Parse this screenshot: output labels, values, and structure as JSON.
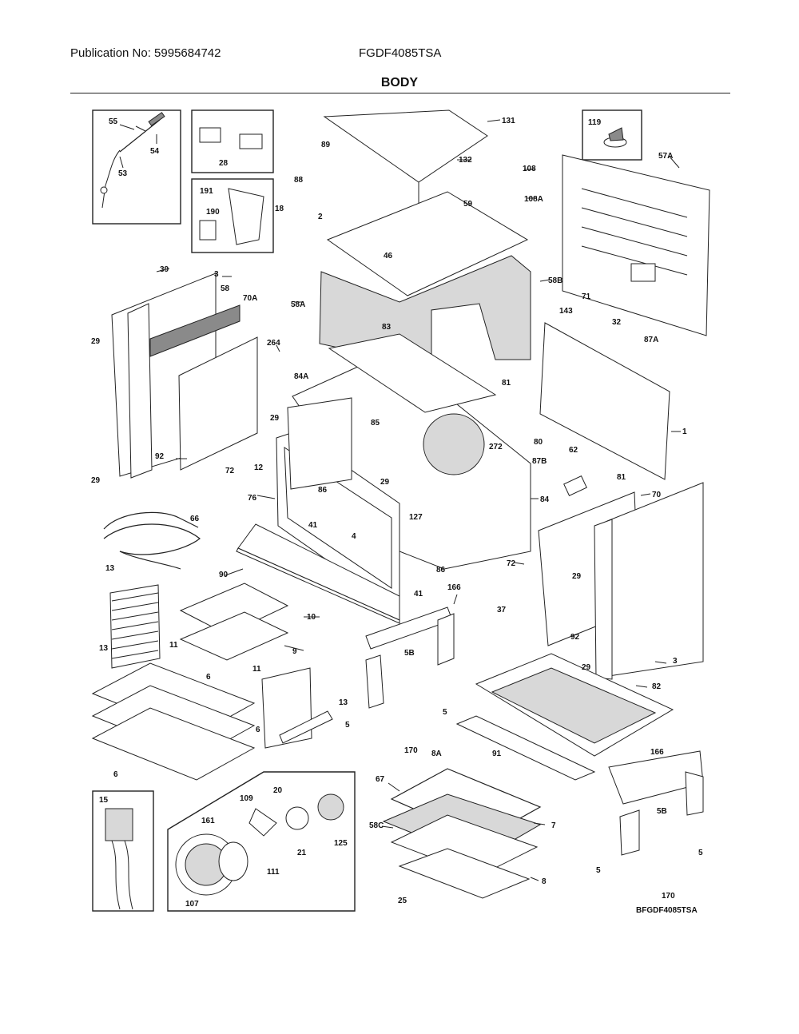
{
  "header": {
    "publication": "Publication No: 5995684742",
    "model": "FGDF4085TSA",
    "title": "BODY"
  },
  "diagram_ref": "BFGDF4085TSA",
  "callouts": [
    {
      "id": "c55",
      "text": "55"
    },
    {
      "id": "c54",
      "text": "54"
    },
    {
      "id": "c53",
      "text": "53"
    },
    {
      "id": "c28",
      "text": "28"
    },
    {
      "id": "c191",
      "text": "191"
    },
    {
      "id": "c190",
      "text": "190"
    },
    {
      "id": "c39",
      "text": "39"
    },
    {
      "id": "c131",
      "text": "131"
    },
    {
      "id": "c89",
      "text": "89"
    },
    {
      "id": "c88",
      "text": "88"
    },
    {
      "id": "c18",
      "text": "18"
    },
    {
      "id": "c2",
      "text": "2"
    },
    {
      "id": "c132",
      "text": "132"
    },
    {
      "id": "c108",
      "text": "108"
    },
    {
      "id": "c108a",
      "text": "108A"
    },
    {
      "id": "c59",
      "text": "59"
    },
    {
      "id": "c46",
      "text": "46"
    },
    {
      "id": "c119",
      "text": "119"
    },
    {
      "id": "c57a",
      "text": "57A"
    },
    {
      "id": "c71",
      "text": "71"
    },
    {
      "id": "c3a",
      "text": "3"
    },
    {
      "id": "c58",
      "text": "58"
    },
    {
      "id": "c70a",
      "text": "70A"
    },
    {
      "id": "c58a",
      "text": "58A"
    },
    {
      "id": "c58b",
      "text": "58B"
    },
    {
      "id": "c29a",
      "text": "29"
    },
    {
      "id": "c83",
      "text": "83"
    },
    {
      "id": "c143",
      "text": "143"
    },
    {
      "id": "c32",
      "text": "32"
    },
    {
      "id": "c87a",
      "text": "87A"
    },
    {
      "id": "c264",
      "text": "264"
    },
    {
      "id": "c84a",
      "text": "84A"
    },
    {
      "id": "c81a",
      "text": "81"
    },
    {
      "id": "c29b",
      "text": "29"
    },
    {
      "id": "c85",
      "text": "85"
    },
    {
      "id": "c1",
      "text": "1"
    },
    {
      "id": "c92a",
      "text": "92"
    },
    {
      "id": "c29c",
      "text": "29"
    },
    {
      "id": "c72a",
      "text": "72"
    },
    {
      "id": "c12",
      "text": "12"
    },
    {
      "id": "c272",
      "text": "272"
    },
    {
      "id": "c80",
      "text": "80"
    },
    {
      "id": "c62",
      "text": "62"
    },
    {
      "id": "c87b",
      "text": "87B"
    },
    {
      "id": "c81b",
      "text": "81"
    },
    {
      "id": "c29d",
      "text": "29"
    },
    {
      "id": "c76",
      "text": "76"
    },
    {
      "id": "c86a",
      "text": "86"
    },
    {
      "id": "c84",
      "text": "84"
    },
    {
      "id": "c70",
      "text": "70"
    },
    {
      "id": "c66",
      "text": "66"
    },
    {
      "id": "c127",
      "text": "127"
    },
    {
      "id": "c41a",
      "text": "41"
    },
    {
      "id": "c4",
      "text": "4"
    },
    {
      "id": "c72b",
      "text": "72"
    },
    {
      "id": "c29e",
      "text": "29"
    },
    {
      "id": "c13a",
      "text": "13"
    },
    {
      "id": "c90",
      "text": "90"
    },
    {
      "id": "c86b",
      "text": "86"
    },
    {
      "id": "c41b",
      "text": "41"
    },
    {
      "id": "c166a",
      "text": "166"
    },
    {
      "id": "c37",
      "text": "37"
    },
    {
      "id": "c10",
      "text": "10"
    },
    {
      "id": "c11a",
      "text": "11"
    },
    {
      "id": "c9",
      "text": "9"
    },
    {
      "id": "c13b",
      "text": "13"
    },
    {
      "id": "c92b",
      "text": "92"
    },
    {
      "id": "c5ba",
      "text": "5B"
    },
    {
      "id": "c29f",
      "text": "29"
    },
    {
      "id": "c3b",
      "text": "3"
    },
    {
      "id": "c6a",
      "text": "6"
    },
    {
      "id": "c11b",
      "text": "11"
    },
    {
      "id": "c82",
      "text": "82"
    },
    {
      "id": "c5a",
      "text": "5"
    },
    {
      "id": "c13c",
      "text": "13"
    },
    {
      "id": "c6b",
      "text": "6"
    },
    {
      "id": "c5b",
      "text": "5"
    },
    {
      "id": "c170a",
      "text": "170"
    },
    {
      "id": "c6c",
      "text": "6"
    },
    {
      "id": "c8a",
      "text": "8A"
    },
    {
      "id": "c91",
      "text": "91"
    },
    {
      "id": "c166b",
      "text": "166"
    },
    {
      "id": "c15",
      "text": "15"
    },
    {
      "id": "c20",
      "text": "20"
    },
    {
      "id": "c109",
      "text": "109"
    },
    {
      "id": "c67",
      "text": "67"
    },
    {
      "id": "c161",
      "text": "161"
    },
    {
      "id": "c21",
      "text": "21"
    },
    {
      "id": "c125",
      "text": "125"
    },
    {
      "id": "c58c",
      "text": "58C"
    },
    {
      "id": "c7",
      "text": "7"
    },
    {
      "id": "c5bb",
      "text": "5B"
    },
    {
      "id": "c111",
      "text": "111"
    },
    {
      "id": "c5c",
      "text": "5"
    },
    {
      "id": "c5d",
      "text": "5"
    },
    {
      "id": "c8",
      "text": "8"
    },
    {
      "id": "c107",
      "text": "107"
    },
    {
      "id": "c25",
      "text": "25"
    },
    {
      "id": "c170b",
      "text": "170"
    }
  ]
}
